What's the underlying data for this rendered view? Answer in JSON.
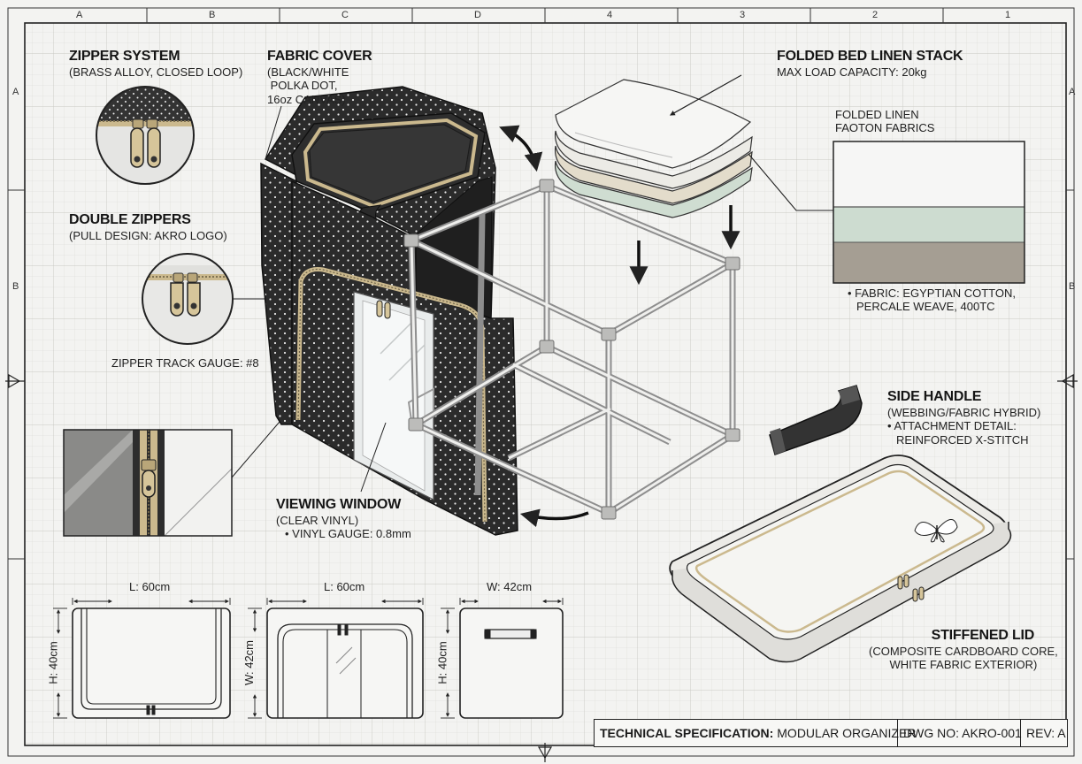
{
  "grid": {
    "columns": [
      "A",
      "B",
      "C",
      "D",
      "4",
      "3",
      "2",
      "1"
    ],
    "rows_left": [
      "A",
      "B"
    ],
    "rows_right": [
      "A",
      "B"
    ]
  },
  "callouts": {
    "zipper_system": {
      "title": "ZIPPER SYSTEM",
      "lines": [
        "(BRASS ALLOY, CLOSED LOOP)"
      ]
    },
    "fabric_cover": {
      "title": "FABRIC COVER",
      "lines": [
        "(BLACK/WHITE",
        " POLKA DOT,",
        "16oz CANVAS)"
      ]
    },
    "folded_stack": {
      "title": "FOLDED BED LINEN STACK",
      "lines": [
        "MAX LOAD CAPACITY: 20kg"
      ]
    },
    "folded_linen": {
      "lines": [
        "FOLDED LINEN",
        "FAOTON FABRICS"
      ]
    },
    "fabric_note": {
      "lines": [
        "• FABRIC: EGYPTIAN COTTON,",
        "PERCALE WEAVE, 400TC"
      ]
    },
    "double_zippers": {
      "title": "DOUBLE ZIPPERS",
      "lines": [
        "(PULL DESIGN: AKRO LOGO)"
      ]
    },
    "zipper_gauge": {
      "lines": [
        "ZIPPER TRACK GAUGE: #8"
      ]
    },
    "side_handle": {
      "title": "SIDE HANDLE",
      "lines": [
        "(WEBBING/FABRIC HYBRID)",
        "• ATTACHMENT DETAIL:",
        "REINFORCED X-STITCH"
      ]
    },
    "viewing_window": {
      "title": "VIEWING WINDOW",
      "lines": [
        "(CLEAR VINYL)",
        "• VINYL GAUGE: 0.8mm"
      ]
    },
    "stiffened_lid": {
      "title": "STIFFENED LID",
      "lines": [
        "(COMPOSITE CARDBOARD CORE,",
        "WHITE FABRIC EXTERIOR)"
      ]
    }
  },
  "dimensions": {
    "front_length": "L: 60cm",
    "front_height": "H: 40cm",
    "top_length": "L: 60cm",
    "top_width": "W: 42cm",
    "side_width": "W: 42cm",
    "side_height": "H: 40cm"
  },
  "title_block": {
    "spec_label": "TECHNICAL SPECIFICATION:",
    "spec_value": "MODULAR ORGANIZER",
    "dwg": "DWG NO: AKRO-001",
    "rev": "REV: A"
  },
  "colors": {
    "paper": "#f3f3f1",
    "grid": "#d4d4d0",
    "ink": "#1c1c1c",
    "fabric": "#2c2c2c",
    "zipper_brass": "#cbb98e",
    "linen_white": "#f4f4f2",
    "linen_beige": "#e3dccb",
    "linen_sage": "#cfddd1",
    "linen_taupe": "#a59e93"
  }
}
